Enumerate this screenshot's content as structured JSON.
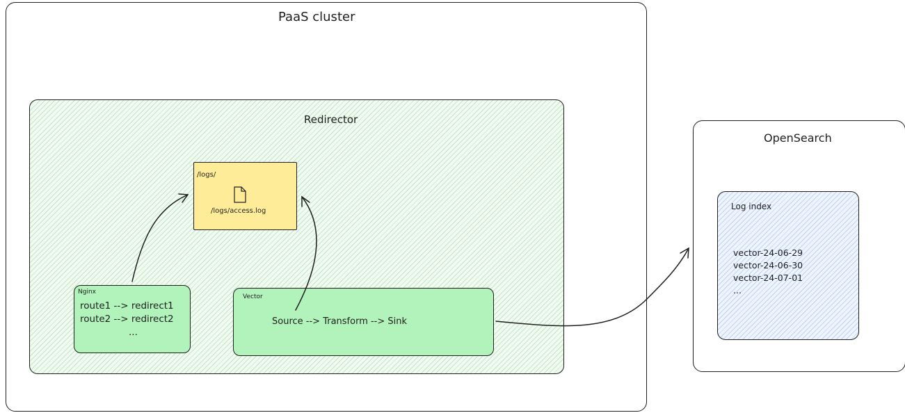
{
  "paas_cluster": {
    "title": "PaaS cluster"
  },
  "redirector": {
    "title": "Redirector"
  },
  "logs": {
    "title": "/logs/",
    "file_icon": "file-icon",
    "file": "/logs/access.log"
  },
  "nginx": {
    "title": "Nginx",
    "lines": [
      "route1 --> redirect1",
      "route2 --> redirect2",
      "..."
    ]
  },
  "vector": {
    "title": "Vector",
    "pipeline": "Source --> Transform --> Sink"
  },
  "opensearch": {
    "title": "OpenSearch"
  },
  "log_index": {
    "title": "Log index",
    "entries": [
      "vector-24-06-29",
      "vector-24-06-30",
      "vector-24-07-01",
      "..."
    ]
  },
  "colors": {
    "green_fill": "#b2f2bb",
    "yellow_fill": "#ffec99",
    "blue_hatch": "#a5d8ff",
    "green_hatch": "#b2f2bb",
    "stroke": "#1e1e1e"
  }
}
